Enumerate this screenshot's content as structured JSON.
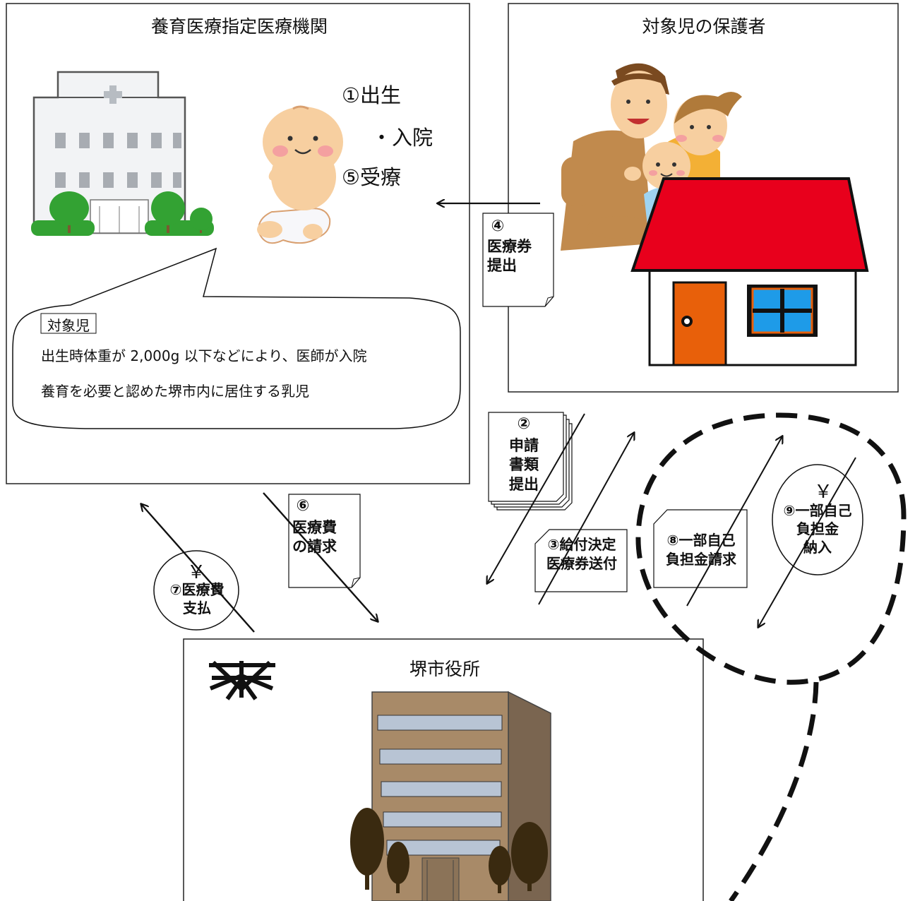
{
  "panels": {
    "hospital": {
      "title": "養育医療指定医療機関"
    },
    "guardian": {
      "title": "対象児の保護者"
    },
    "city": {
      "title": "堺市役所"
    }
  },
  "baby_steps": {
    "birth": "①出生",
    "admission": "・入院",
    "treatment": "⑤受療"
  },
  "speech_bubble": {
    "heading": "対象児",
    "line1": "出生時体重が 2,000g 以下などにより、医師が入院",
    "line2": "養育を必要と認めた堺市内に居住する乳児"
  },
  "documents": {
    "step4": {
      "num": "④",
      "text": "医療券\n提出"
    },
    "step2": {
      "num": "②",
      "text": "申請\n書類\n提出"
    },
    "step6": {
      "num": "⑥",
      "text": "医療費\nの請求"
    },
    "step3": {
      "text": "③給付決定\n医療券送付"
    },
    "step8": {
      "text": "⑧一部自己\n負担金請求"
    }
  },
  "payments": {
    "step7": {
      "yen": "￥",
      "text": "⑦医療費\n支払"
    },
    "step9": {
      "yen": "￥",
      "text": "⑨一部自己\n負担金\n納入"
    }
  },
  "icons": [
    "hospital-icon",
    "baby-icon",
    "family-icon",
    "house-icon",
    "city-hall-icon",
    "sakai-city-emblem-icon"
  ],
  "colors": {
    "roof": "#e8001c",
    "door": "#e8600a",
    "window": "#1e9be8",
    "building": "#a88a68",
    "tree": "#3a2a10",
    "hospital_tree": "#33a233"
  }
}
